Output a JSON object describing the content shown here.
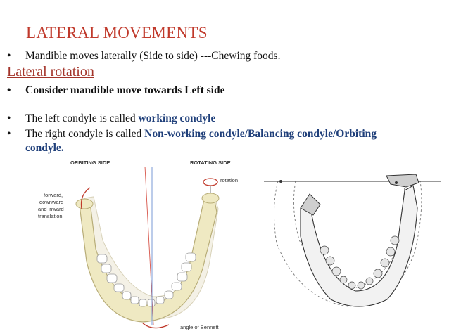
{
  "slide": {
    "title": "LATERAL MOVEMENTS",
    "bullet_char": "•",
    "line1": "Mandible moves laterally (Side to side) ---Chewing foods.",
    "subheading": "Lateral rotation",
    "line2": "Consider mandible move towards Left side",
    "line3_prefix": "The left condyle is called ",
    "line3_highlight": "working condyle",
    "line4_prefix": "The right condyle is called ",
    "line4_highlight_a": "Non-working condyle/Balancing condyle/Orbiting",
    "line4_highlight_b": "condyle",
    "line4_suffix": "."
  },
  "figure_left": {
    "label_orbiting": "ORBITING SIDE",
    "label_rotating": "ROTATING SIDE",
    "label_rotation": "rotation",
    "label_forward": "forward,",
    "label_downward": "downward",
    "label_and_inward": "and inward",
    "label_translation": "translation",
    "label_bennett": "angle of Bennett"
  },
  "colors": {
    "title": "#c0392b",
    "subheading": "#a3342a",
    "highlight": "#1f3f7a",
    "bone": "#efe9c2",
    "teeth": "#ffffff",
    "accent_red": "#c0392b"
  }
}
